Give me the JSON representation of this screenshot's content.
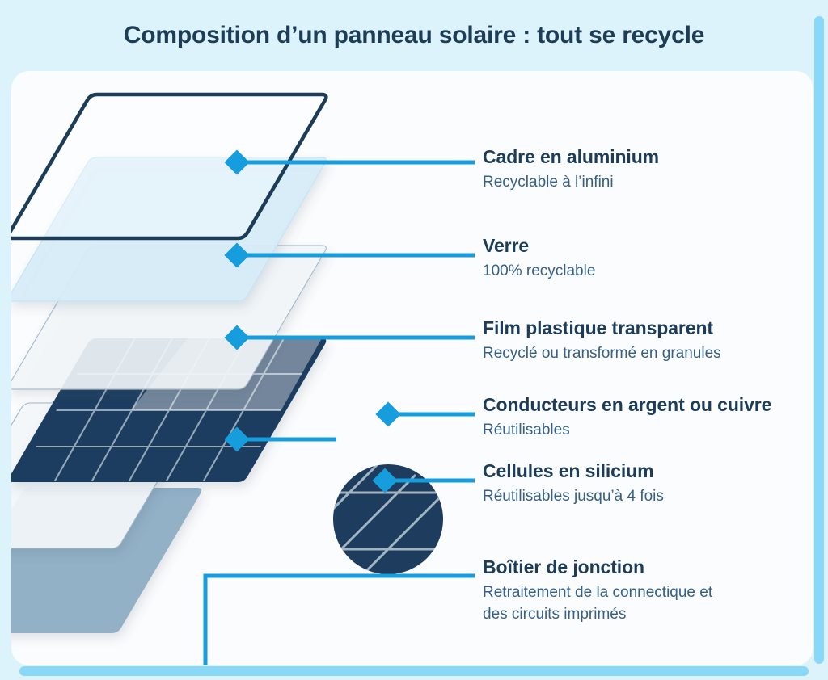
{
  "page": {
    "title": "Composition d’un panneau solaire : tout se recycle",
    "background_color": "#ddf3fc",
    "card_color": "#fbfcfd",
    "accent_color": "#169ddd",
    "edge_accent_color": "#8ad8f8",
    "heading_color": "#1c3c57",
    "subtext_color": "#366084"
  },
  "labels": [
    {
      "id": "cadre-aluminium",
      "title": "Cadre en aluminium",
      "subtitle": "Recyclable à l’infini",
      "subtitle_line2": ""
    },
    {
      "id": "verre",
      "title": "Verre",
      "subtitle": "100% recyclable",
      "subtitle_line2": ""
    },
    {
      "id": "film-plastique",
      "title": "Film plastique transparent",
      "subtitle": "Recyclé ou transformé en granules",
      "subtitle_line2": ""
    },
    {
      "id": "conducteurs",
      "title": "Conducteurs en argent ou cuivre",
      "subtitle": "Réutilisables",
      "subtitle_line2": ""
    },
    {
      "id": "cellules-silicium",
      "title": "Cellules en silicium",
      "subtitle": "Réutilisables jusqu’à 4 fois",
      "subtitle_line2": ""
    },
    {
      "id": "boitier-jonction",
      "title": "Boîtier de jonction",
      "subtitle": "Retraitement de la connectique et",
      "subtitle_line2": "des circuits imprimés"
    }
  ],
  "layers": [
    {
      "id": "aluminium-frame-layer",
      "name": "Cadre en aluminium",
      "fill": "none",
      "stroke": "#1c3c57"
    },
    {
      "id": "glass-layer",
      "name": "Verre",
      "fill": "#d7edf9",
      "stroke": "#c3e3f4"
    },
    {
      "id": "film-layer",
      "name": "Film plastique",
      "fill": "#f2f6fa",
      "stroke": "#a8bccd"
    },
    {
      "id": "solar-cell-layer",
      "name": "Cellules en silicium",
      "fill": "#1d3c5e",
      "stroke": "#a9bccb"
    },
    {
      "id": "encapsulant-layer",
      "name": "Encapsulant",
      "fill": "#f4f8fb",
      "stroke": "#9fb6c8"
    },
    {
      "id": "backsheet-layer",
      "name": "Feuille arrière",
      "fill": "#8dadc4",
      "stroke": "#8dadc4"
    }
  ],
  "magnifier": {
    "id": "cell-magnifier",
    "fill": "#1d3c5e",
    "gridline_color": "#c6d2dc"
  },
  "junction_box": {
    "id": "junction-box-marker",
    "fill": "#17344f"
  },
  "icons": {
    "diamond": "diamond-marker-icon"
  }
}
